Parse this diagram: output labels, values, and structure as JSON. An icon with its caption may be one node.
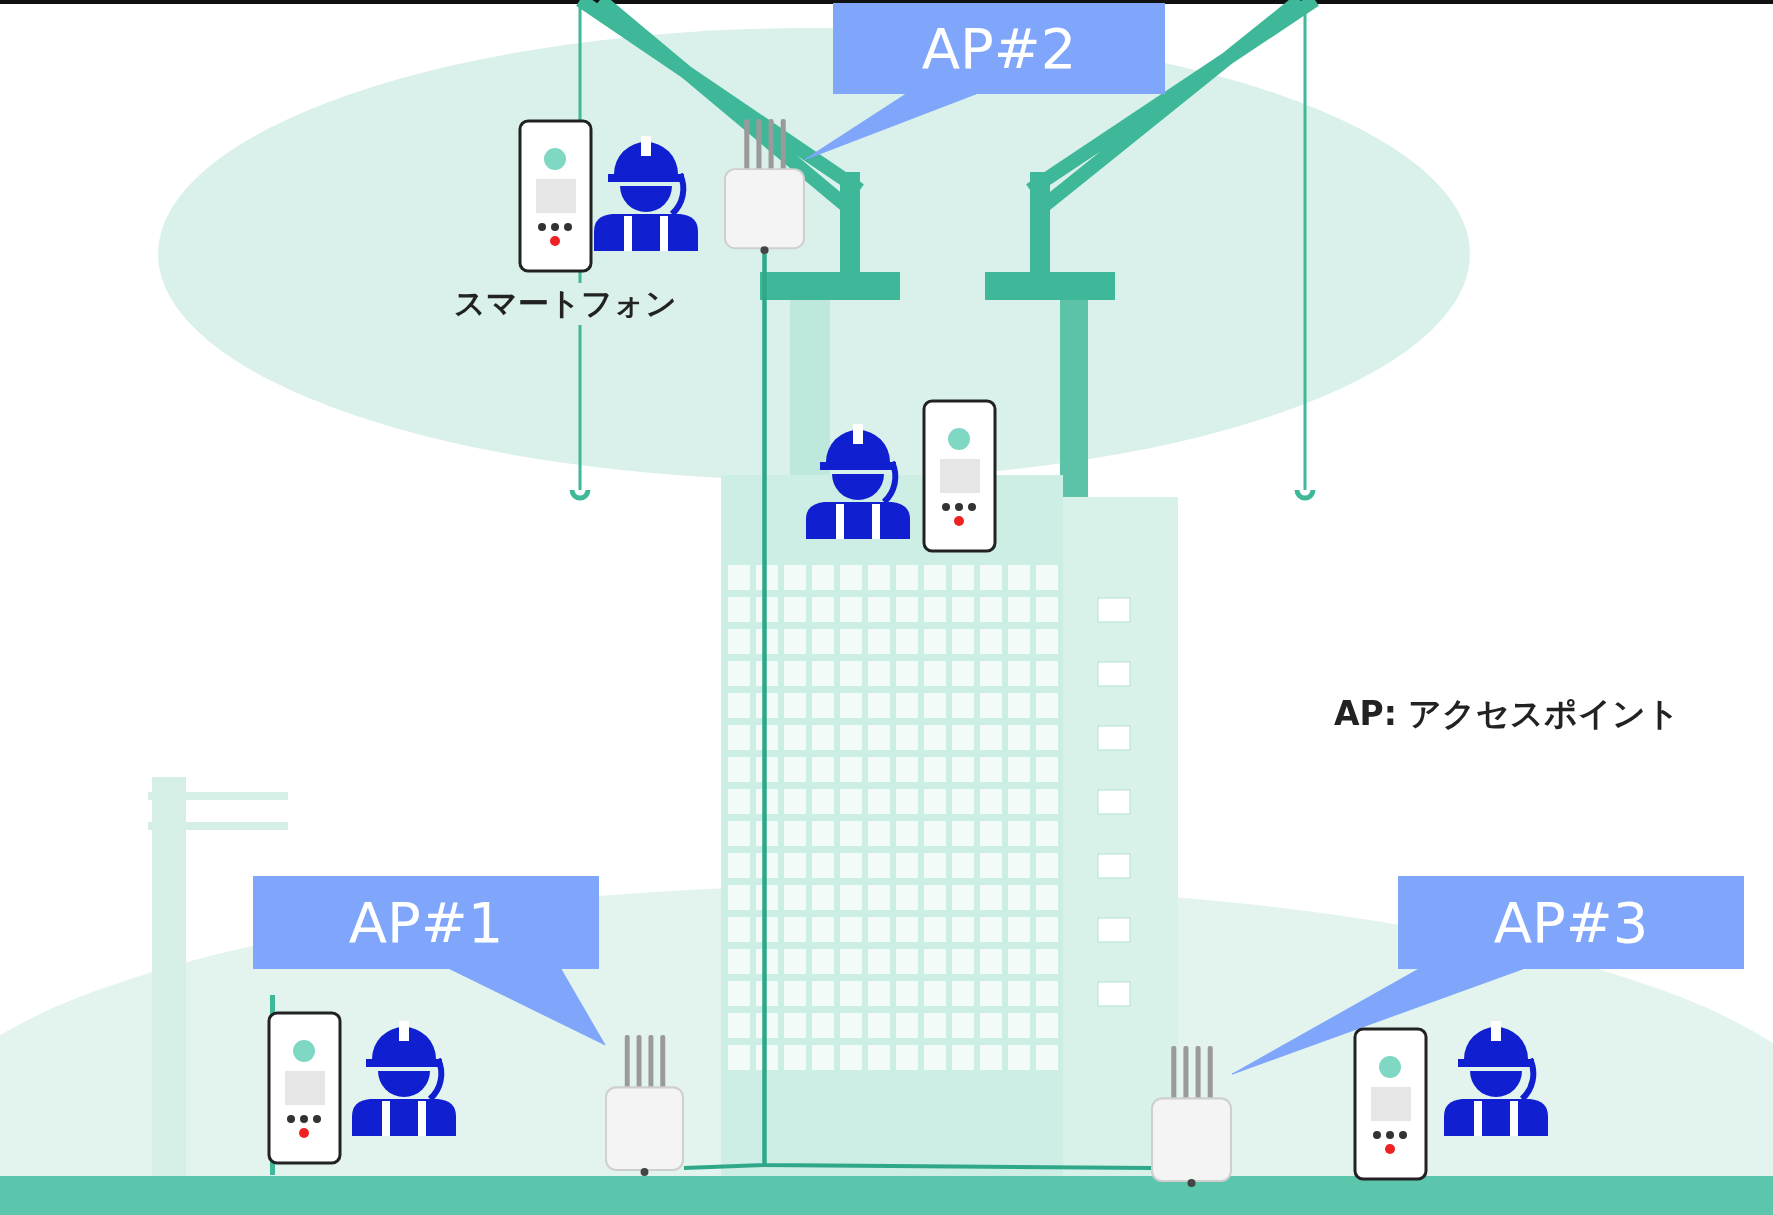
{
  "diagram": {
    "nodes": [
      {
        "text": [
          "AP#2"
        ]
      },
      {
        "text": [],
        "shape": "box"
      },
      {
        "text": [
          "AP#1"
        ]
      },
      {
        "text": [],
        "shape": "box"
      },
      {
        "text": [
          "AP#3"
        ]
      },
      {
        "text": [],
        "shape": "box"
      }
    ],
    "edges": [
      {
        "from": 0,
        "to": 1,
        "arrow": "none"
      },
      {
        "from": 2,
        "to": 3,
        "arrow": "none"
      },
      {
        "from": 4,
        "to": 5,
        "arrow": "none"
      },
      {
        "from": 1,
        "to": 3,
        "arrow": "none",
        "color": "#2fa88a"
      },
      {
        "from": 1,
        "to": 5,
        "arrow": "none",
        "color": "#2fa88a"
      }
    ],
    "labels": [
      "スマートフォン",
      "AP: アクセスポイント"
    ]
  }
}
